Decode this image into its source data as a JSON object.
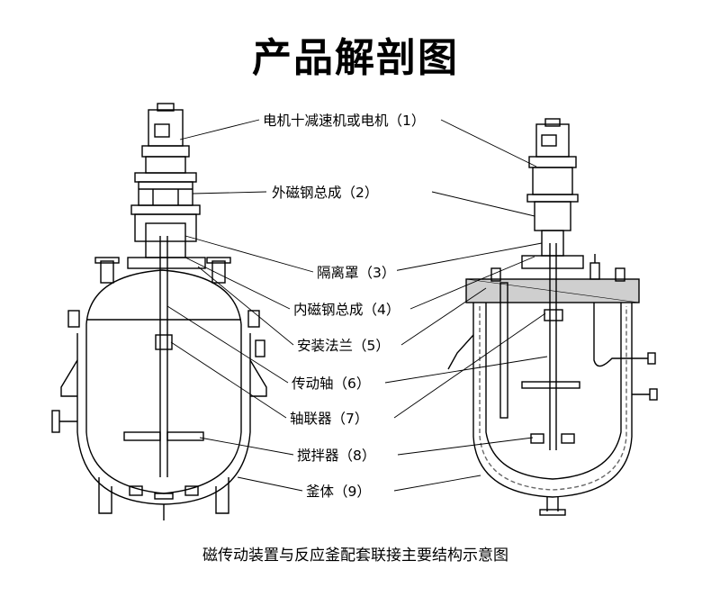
{
  "title": "产品解剖图",
  "labels": [
    "电机十减速机或电机（1）",
    "外磁钢总成（2）",
    "隔离罩（3）",
    "内磁钢总成（4）",
    "安装法兰（5）",
    "传动轴（6）",
    "轴联器（7）",
    "搅拌器（8）",
    "釜体（9）"
  ],
  "caption": "磁传动装置与反应釜配套联接主要结构示意图",
  "colors": {
    "line": "#000000",
    "jacket": "#cfcfcf",
    "background": "#ffffff"
  }
}
